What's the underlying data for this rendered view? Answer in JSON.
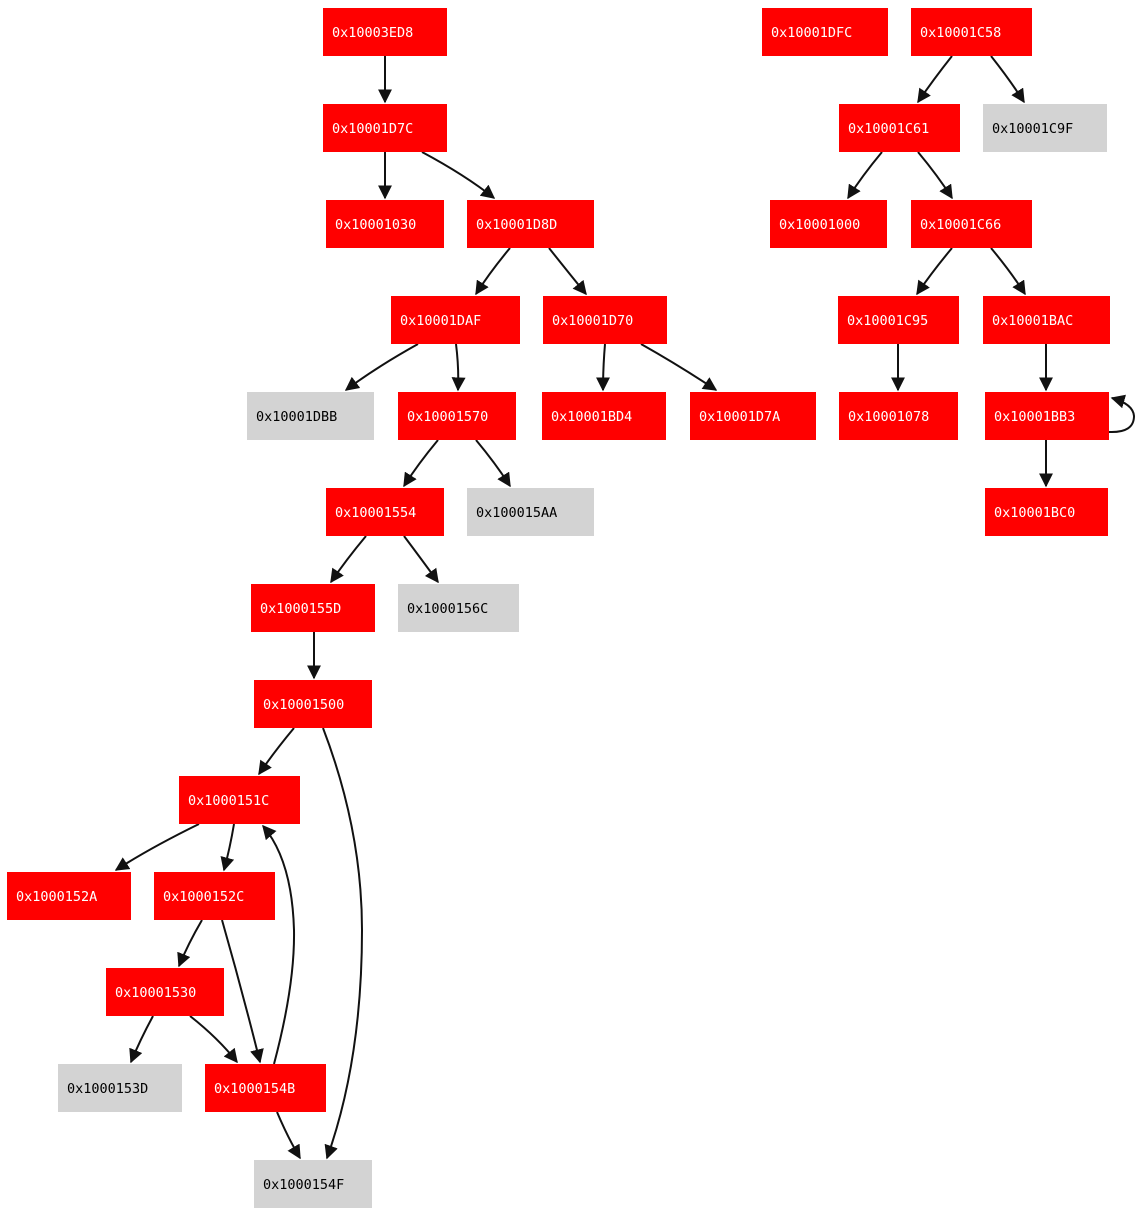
{
  "colors": {
    "reached": "#ff0000",
    "unreached": "#d3d3d3",
    "reached_text": "#ffffff",
    "unreached_text": "#000000",
    "edge": "#111111"
  },
  "nodes": [
    {
      "id": "n3ED8",
      "label": "0x10003ED8",
      "reached": true
    },
    {
      "id": "n1DFC",
      "label": "0x10001DFC",
      "reached": true
    },
    {
      "id": "n1C58",
      "label": "0x10001C58",
      "reached": true
    },
    {
      "id": "n1D7C",
      "label": "0x10001D7C",
      "reached": true
    },
    {
      "id": "n1C61",
      "label": "0x10001C61",
      "reached": true
    },
    {
      "id": "n1C9F",
      "label": "0x10001C9F",
      "reached": false
    },
    {
      "id": "n1030",
      "label": "0x10001030",
      "reached": true
    },
    {
      "id": "n1D8D",
      "label": "0x10001D8D",
      "reached": true
    },
    {
      "id": "n1000",
      "label": "0x10001000",
      "reached": true
    },
    {
      "id": "n1C66",
      "label": "0x10001C66",
      "reached": true
    },
    {
      "id": "n1DAF",
      "label": "0x10001DAF",
      "reached": true
    },
    {
      "id": "n1D70",
      "label": "0x10001D70",
      "reached": true
    },
    {
      "id": "n1C95",
      "label": "0x10001C95",
      "reached": true
    },
    {
      "id": "n1BAC",
      "label": "0x10001BAC",
      "reached": true
    },
    {
      "id": "n1DBB",
      "label": "0x10001DBB",
      "reached": false
    },
    {
      "id": "n1570",
      "label": "0x10001570",
      "reached": true
    },
    {
      "id": "n1BD4",
      "label": "0x10001BD4",
      "reached": true
    },
    {
      "id": "n1D7A",
      "label": "0x10001D7A",
      "reached": true
    },
    {
      "id": "n1078",
      "label": "0x10001078",
      "reached": true
    },
    {
      "id": "n1BB3",
      "label": "0x10001BB3",
      "reached": true
    },
    {
      "id": "n1554",
      "label": "0x10001554",
      "reached": true
    },
    {
      "id": "n15AA",
      "label": "0x100015AA",
      "reached": false
    },
    {
      "id": "n1BC0",
      "label": "0x10001BC0",
      "reached": true
    },
    {
      "id": "n155D",
      "label": "0x1000155D",
      "reached": true
    },
    {
      "id": "n156C",
      "label": "0x1000156C",
      "reached": false
    },
    {
      "id": "n1500",
      "label": "0x10001500",
      "reached": true
    },
    {
      "id": "n151C",
      "label": "0x1000151C",
      "reached": true
    },
    {
      "id": "n152A",
      "label": "0x1000152A",
      "reached": true
    },
    {
      "id": "n152C",
      "label": "0x1000152C",
      "reached": true
    },
    {
      "id": "n1530",
      "label": "0x10001530",
      "reached": true
    },
    {
      "id": "n153D",
      "label": "0x1000153D",
      "reached": false
    },
    {
      "id": "n154B",
      "label": "0x1000154B",
      "reached": true
    },
    {
      "id": "n154F",
      "label": "0x1000154F",
      "reached": false
    }
  ],
  "edges": [
    {
      "from": "n3ED8",
      "to": "n1D7C"
    },
    {
      "from": "n1D7C",
      "to": "n1030"
    },
    {
      "from": "n1D7C",
      "to": "n1D8D"
    },
    {
      "from": "n1D8D",
      "to": "n1DAF"
    },
    {
      "from": "n1D8D",
      "to": "n1D70"
    },
    {
      "from": "n1DAF",
      "to": "n1DBB"
    },
    {
      "from": "n1DAF",
      "to": "n1570"
    },
    {
      "from": "n1D70",
      "to": "n1BD4"
    },
    {
      "from": "n1D70",
      "to": "n1D7A"
    },
    {
      "from": "n1570",
      "to": "n1554"
    },
    {
      "from": "n1570",
      "to": "n15AA"
    },
    {
      "from": "n1554",
      "to": "n155D"
    },
    {
      "from": "n1554",
      "to": "n156C"
    },
    {
      "from": "n155D",
      "to": "n1500"
    },
    {
      "from": "n1500",
      "to": "n151C"
    },
    {
      "from": "n1500",
      "to": "n154F"
    },
    {
      "from": "n151C",
      "to": "n152A"
    },
    {
      "from": "n151C",
      "to": "n152C"
    },
    {
      "from": "n152C",
      "to": "n1530"
    },
    {
      "from": "n152C",
      "to": "n154B"
    },
    {
      "from": "n1530",
      "to": "n153D"
    },
    {
      "from": "n1530",
      "to": "n154B"
    },
    {
      "from": "n154B",
      "to": "n151C"
    },
    {
      "from": "n154B",
      "to": "n154F"
    },
    {
      "from": "n1C58",
      "to": "n1C61"
    },
    {
      "from": "n1C58",
      "to": "n1C9F"
    },
    {
      "from": "n1C61",
      "to": "n1000"
    },
    {
      "from": "n1C61",
      "to": "n1C66"
    },
    {
      "from": "n1C66",
      "to": "n1C95"
    },
    {
      "from": "n1C66",
      "to": "n1BAC"
    },
    {
      "from": "n1C95",
      "to": "n1078"
    },
    {
      "from": "n1BAC",
      "to": "n1BB3"
    },
    {
      "from": "n1BB3",
      "to": "n1BB3"
    },
    {
      "from": "n1BB3",
      "to": "n1BC0"
    }
  ]
}
